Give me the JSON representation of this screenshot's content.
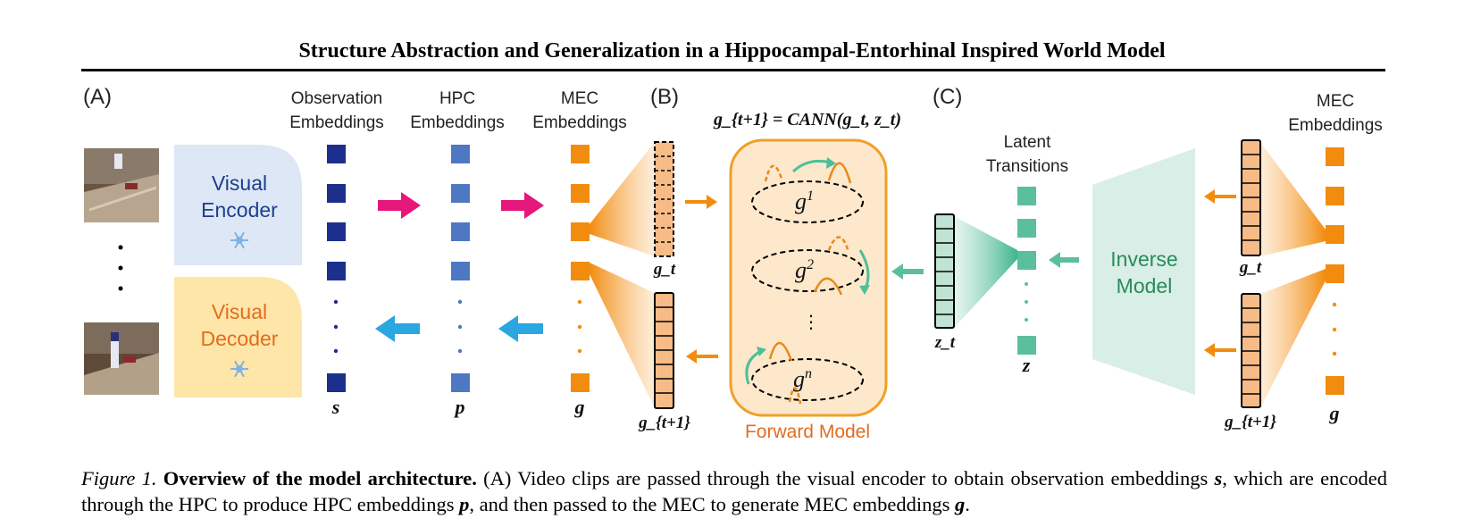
{
  "paper_title": "Structure Abstraction and Generalization in a Hippocampal-Entorhinal Inspired World Model",
  "panels": {
    "a": "(A)",
    "b": "(B)",
    "c": "(C)"
  },
  "labels": {
    "obs_1": "Observation",
    "obs_2": "Embeddings",
    "hpc_1": "HPC",
    "hpc_2": "Embeddings",
    "mec_1": "MEC",
    "mec_2": "Embeddings",
    "mecc_1": "MEC",
    "mecc_2": "Embeddings",
    "latent_1": "Latent",
    "latent_2": "Transitions",
    "encoder_1": "Visual",
    "encoder_2": "Encoder",
    "decoder_1": "Visual",
    "decoder_2": "Decoder",
    "inverse_1": "Inverse",
    "inverse_2": "Model",
    "forward_model": "Forward Model",
    "equation": "g_{t+1} = CANN(g_t, z_t)",
    "s": "s",
    "p": "p",
    "g": "g",
    "g_right": "g",
    "g_t": "g_t",
    "g_t1": "g_{t+1}",
    "z_t": "z_t",
    "z": "z",
    "g_t_c": "g_t",
    "g_t1_c": "g_{t+1}",
    "g_sup1": "1",
    "g_sup2": "2",
    "g_supn": "n",
    "g_letter": "g",
    "vdots": "⋮"
  },
  "colors": {
    "navy": "#1c2f8c",
    "blue": "#4f78c4",
    "orange": "#f28c0f",
    "magenta": "#e6177a",
    "cyan": "#2aa6e0",
    "teal": "#5bbf9e",
    "encoder_bg": "#dde7f5",
    "decoder_bg": "#fde6a8",
    "forward_bg": "#fde8cc",
    "inverse_bg": "#d8eee6",
    "cell_orange": "#f6bb86",
    "cell_teal": "#bfe4d3"
  },
  "caption": {
    "figure_label": "Figure 1.",
    "heading": "Overview of the model architecture.",
    "line1_text": "(A) Video clips are passed through the visual encoder to obtain observation embeddings",
    "line2_a": "s",
    "line2_b": ", which are encoded through the HPC to produce HPC embeddings ",
    "line2_c": "p",
    "line2_d": ", and then passed to the MEC to generate MEC embeddings ",
    "line2_e": "g",
    "line2_f": "."
  }
}
